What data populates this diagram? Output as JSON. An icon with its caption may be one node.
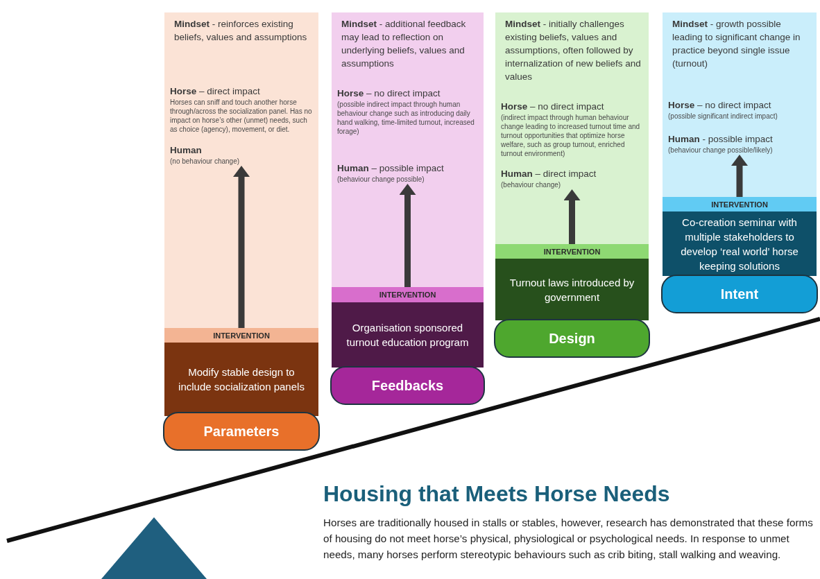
{
  "diagram": {
    "title": "Housing that Meets Horse Needs",
    "nodes": [
      {
        "text": [],
        "shape": "box"
      },
      {
        "text": [
          "**Mindset** - reinforces existing beliefs, values and assumptions",
          "**Horse** – direct impact",
          "Horses can sniff and touch another horse through/across the socialization panel. Has no impact on horse’s other (unmet) needs, such as choice (agency), movement, or diet.",
          "**Human**",
          "(no behaviour change)"
        ],
        "in": 0
      },
      {
        "text": [
          "INTERVENTION"
        ],
        "in": 0
      },
      {
        "text": [
          "Modify stable design to include socialization panels"
        ],
        "in": 0
      },
      {
        "text": [
          "Parameters"
        ]
      },
      {
        "text": [],
        "shape": "box"
      },
      {
        "text": [
          "**Mindset** - additional feedback may lead to reflection on underlying beliefs, values and assumptions",
          "**Horse** – no direct impact",
          "(possible indirect impact through human behaviour change such as introducing daily hand walking, time-limited turnout, increased forage)",
          "**Human** – possible impact",
          "(behaviour change possible)"
        ],
        "in": 5
      },
      {
        "text": [
          "INTERVENTION"
        ],
        "in": 5
      },
      {
        "text": [
          "Organisation sponsored turnout education program"
        ],
        "in": 5
      },
      {
        "text": [
          "Feedbacks"
        ]
      },
      {
        "text": [],
        "shape": "box"
      },
      {
        "text": [
          "**Mindset** - initially challenges existing beliefs, values and assumptions, often followed by internalization of new beliefs and values",
          "**Horse** – no direct impact",
          "(indirect impact through human behaviour change leading to increased turnout time and turnout opportunities that optimize horse welfare, such as group turnout, enriched turnout environment)",
          "**Human** – direct impact",
          "(behaviour change)"
        ],
        "in": 10
      },
      {
        "text": [
          "INTERVENTION"
        ],
        "in": 10
      },
      {
        "text": [
          "Turnout laws introduced by government"
        ],
        "in": 10
      },
      {
        "text": [
          "Design"
        ]
      },
      {
        "text": [],
        "shape": "box"
      },
      {
        "text": [
          "**Mindset** - growth possible leading to significant change in practice beyond single issue (turnout)",
          "**Horse** – no direct impact",
          "(possible significant indirect impact)",
          "**Human** - possible impact",
          "(behaviour change possible/likely)"
        ],
        "in": 15
      },
      {
        "text": [
          "INTERVENTION"
        ],
        "in": 15
      },
      {
        "text": [
          "Co-creation seminar with multiple stakeholders to develop ‘real world’ horse keeping solutions"
        ],
        "in": 15
      },
      {
        "text": [
          "Intent"
        ]
      },
      {
        "text": [],
        "shape": "triangle"
      }
    ],
    "edges": [
      {
        "from": 2,
        "to": 1,
        "arrow": "to"
      },
      {
        "from": 7,
        "to": 6,
        "arrow": "to"
      },
      {
        "from": 12,
        "to": 11,
        "arrow": "to"
      },
      {
        "from": 17,
        "to": 16,
        "arrow": "to"
      }
    ],
    "labels": [
      "Horses are traditionally housed in stalls or stables, however, research has demonstrated that these forms of housing do not meet horse’s physical, physiological or psychological needs. In response to unmet needs, many horses perform stereotypic behaviours such as crib biting, stall walking and weaving."
    ]
  }
}
